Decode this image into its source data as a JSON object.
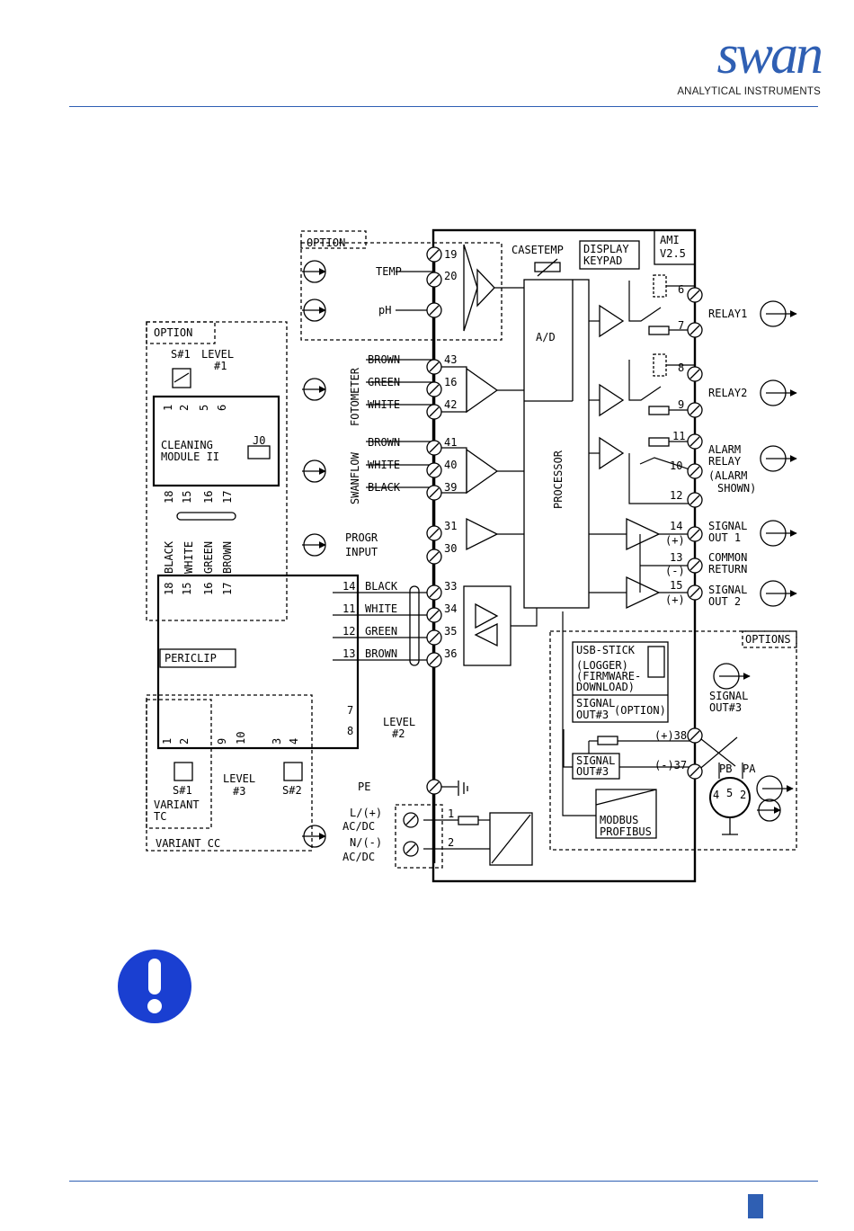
{
  "header": {
    "logo_word": "swan",
    "logo_subtitle": "ANALYTICAL INSTRUMENTS",
    "brand_color": "#2f5fb3"
  },
  "diagram": {
    "version_label": [
      "AMI",
      "V2.5"
    ],
    "display_keypad": [
      "DISPLAY",
      "KEYPAD"
    ],
    "casetemp": "CASETEMP",
    "ad": "A/D",
    "processor": "PROCESSOR",
    "option": "OPTION",
    "options": "OPTIONS",
    "temp": "TEMP",
    "ph": "pH",
    "fotometer": "FOTOMETER",
    "swanflow": "SWANFLOW",
    "brown": "BROWN",
    "green": "GREEN",
    "white": "WHITE",
    "black": "BLACK",
    "progr_input": [
      "PROGR",
      "INPUT"
    ],
    "relay1": "RELAY1",
    "relay2": "RELAY2",
    "alarm_relay": [
      "ALARM",
      "RELAY",
      "(ALARM",
      "SHOWN)"
    ],
    "signal_out1": [
      "SIGNAL",
      "OUT 1"
    ],
    "common_return": [
      "COMMON",
      "RETURN"
    ],
    "signal_out2": [
      "SIGNAL",
      "OUT 2"
    ],
    "plus": "(+)",
    "minus": "(-)",
    "usb_stick": [
      "USB-STICK",
      "(LOGGER)",
      "(FIRMWARE-",
      "DOWNLOAD)"
    ],
    "signal_out3_option": [
      "SIGNAL",
      "OUT#3",
      "(OPTION)"
    ],
    "signal_out3": [
      "SIGNAL",
      "OUT#3"
    ],
    "signal_out3_box": [
      "SIGNAL",
      "OUT#3"
    ],
    "t38": "(+)38",
    "t37": "(-)37",
    "pb": "PB",
    "pa": "PA",
    "modbus": [
      "MODBUS",
      "PROFIBUS"
    ],
    "pe": "PE",
    "l_ac": [
      "L/(+)",
      "AC/DC"
    ],
    "n_ac": [
      "N/(-)",
      "AC/DC"
    ],
    "cleaning_module": [
      "CLEANING",
      "MODULE II"
    ],
    "j0": "J0",
    "s1": "S#1",
    "s2": "S#2",
    "level1": [
      "LEVEL",
      "#1"
    ],
    "level2": [
      "LEVEL",
      "#2"
    ],
    "level3": [
      "LEVEL",
      "#3"
    ],
    "periclip": "PERICLIP",
    "variant_tc": [
      "VARIANT",
      "TC"
    ],
    "variant_cc": "VARIANT CC",
    "terminals": {
      "t19": "19",
      "t20": "20",
      "t43": "43",
      "t16": "16",
      "t42": "42",
      "t41": "41",
      "t40": "40",
      "t39": "39",
      "t31": "31",
      "t30": "30",
      "t33": "33",
      "t34": "34",
      "t35": "35",
      "t36": "36",
      "t6": "6",
      "t7": "7",
      "t8": "8",
      "t9": "9",
      "t11": "11",
      "t10": "10",
      "t12": "12",
      "t14": "14",
      "t13": "13",
      "t15": "15",
      "t1": "1",
      "t2": "2"
    },
    "cm_pins_top": [
      "1",
      "2",
      "5",
      "6"
    ],
    "cm_pins_bottom": [
      "18",
      "15",
      "16",
      "17"
    ],
    "cable_labels": [
      "BLACK",
      "WHITE",
      "GREEN",
      "BROWN"
    ],
    "peri_pins": [
      "14",
      "11",
      "12",
      "13"
    ],
    "peri_colors": [
      "BLACK",
      "WHITE",
      "GREEN",
      "BROWN"
    ],
    "level2_pins": [
      "7",
      "8"
    ],
    "bottom_pins": [
      "1",
      "2",
      "9",
      "10",
      "3",
      "4"
    ],
    "connector_pins": [
      "4",
      "5",
      "2"
    ]
  },
  "icons": [
    "important-exclamation-icon",
    "arrow-in-icon",
    "arrow-out-icon"
  ]
}
